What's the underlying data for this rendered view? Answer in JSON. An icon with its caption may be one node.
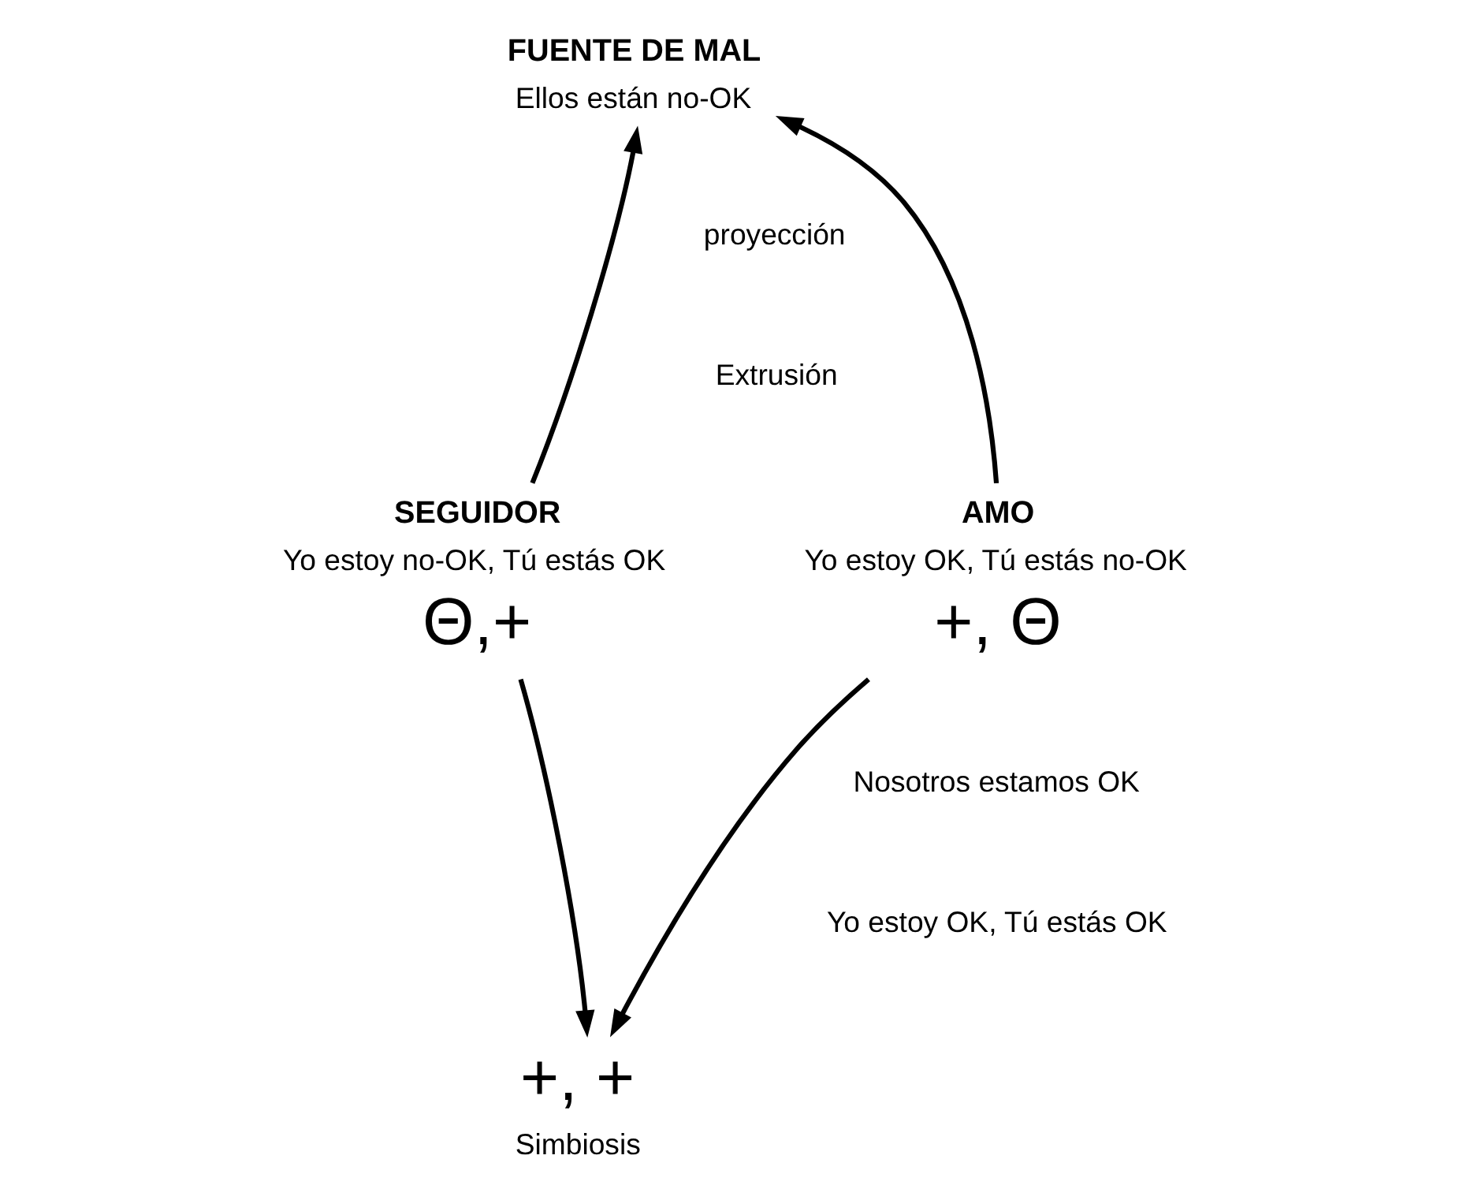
{
  "diagram": {
    "nodes": [
      {
        "text": [
          "FUENTE DE MAL",
          "Ellos están no-OK"
        ]
      },
      {
        "text": [
          "AMO",
          "Yo estoy OK, Tú estás no-OK",
          "+, Θ"
        ]
      },
      {
        "text": [
          "SEGUIDOR",
          "Yo estoy no-OK, Tú estás OK",
          "Θ,+"
        ]
      },
      {
        "text": [
          "+, +",
          "Simbiosis"
        ]
      }
    ],
    "edges": [
      {
        "from": 1,
        "to": 0,
        "arrow": "to"
      },
      {
        "from": 2,
        "to": 0,
        "arrow": "to"
      },
      {
        "from": 1,
        "to": 3,
        "arrow": "to"
      },
      {
        "from": 2,
        "to": 3,
        "arrow": "to"
      }
    ],
    "labels": [
      "proyección",
      "Extrusión",
      "Nosotros estamos OK",
      "Yo estoy OK, Tú estás OK"
    ]
  }
}
